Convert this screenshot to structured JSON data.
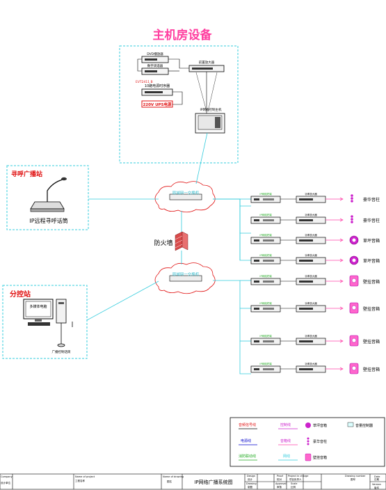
{
  "title": "主机房设备",
  "main_room": {
    "dvd_label": "DVD播放器",
    "digital_player_label": "数字调谐器",
    "amp_label": "前置放大器",
    "timer_model": "EVT2411 B",
    "timer_label": "10路电源时序器",
    "ups_label": "220V UPS电源",
    "ip_server_label": "IP网络控制主机"
  },
  "paging_station": {
    "title": "寻呼广播站",
    "device_label": "IP远程寻呼话筒"
  },
  "control_station": {
    "title": "分控站",
    "pc_label": "多媒体电脑",
    "speaker_label": "广播控制话筒"
  },
  "network": {
    "switch_top": "局域网一交换机",
    "switch_bottom": "局域网一交换机",
    "firewall": "防火墙"
  },
  "zones": [
    {
      "terminal": "IP网络终端",
      "amp": "功率放大器",
      "speaker_type": "column",
      "speaker_label": "豪华音柱"
    },
    {
      "terminal": "IP网络终端",
      "amp": "功率放大器",
      "speaker_type": "column",
      "speaker_label": "豪华音柱"
    },
    {
      "terminal": "IP网络终端",
      "amp": "功率放大器",
      "speaker_type": "lawn",
      "speaker_label": "草坪音箱"
    },
    {
      "terminal": "IP网络终端",
      "amp": "功率放大器",
      "speaker_type": "lawn",
      "speaker_label": "草坪音箱"
    },
    {
      "terminal": "IP网络终端",
      "amp": "功率放大器",
      "speaker_type": "wall",
      "speaker_label": "壁挂音箱"
    },
    {
      "terminal": "IP网络终端",
      "amp": "功率放大器",
      "speaker_type": "wall",
      "speaker_label": "壁挂音箱"
    },
    {
      "terminal": "IP网络终端",
      "amp": "功率放大器",
      "speaker_type": "wall",
      "speaker_label": "壁挂音箱"
    },
    {
      "terminal": "IP网络终端",
      "amp": "功率放大器",
      "speaker_type": "wall",
      "speaker_label": "壁挂音箱"
    }
  ],
  "legend": {
    "audio_signal_line": "音频信号线",
    "control_line": "控制线",
    "lawn_speaker": "草坪音箱",
    "volume_controller": "音量控制器",
    "power_line": "电源线",
    "speaker_line": "音箱线",
    "column_speaker": "豪华音柱",
    "fire_line": "消防联动线",
    "network_line": "网线",
    "wall_speaker": "壁挂音箱"
  },
  "colors": {
    "title": "#ff3fa0",
    "red_label": "#e01010",
    "network_line": "#33ccdd",
    "dash_border": "#33ccdd",
    "speaker_magenta": "#cc22cc",
    "cloud_text": "#33bbcc",
    "firewall": "#d84a4a",
    "line_black": "#000000"
  },
  "title_block": {
    "c1_top": "Company",
    "c1_mid": "设计单位",
    "c2_top": "Name of project",
    "c2_mid": "工程名称",
    "c3_top": "Name of drawing",
    "c3_mid": "图名",
    "drawing_name": "IP网络广播系统图",
    "design_en": "Design",
    "design_cn": "设计",
    "drawing_en": "Drawing",
    "drawing_cn": "制图",
    "proof_en": "Proof",
    "proof_cn": "校对",
    "approval_en": "Approval",
    "approval_cn": "审核",
    "pic_en": "Project in charge",
    "pic_cn": "项目负责人",
    "scale_en": "Scale",
    "scale_cn": "比例",
    "dn_en": "Drawing number",
    "dn_cn": "图号",
    "date_en": "Date",
    "date_cn": "日期",
    "version_en": "Version",
    "version_cn": "版本"
  }
}
